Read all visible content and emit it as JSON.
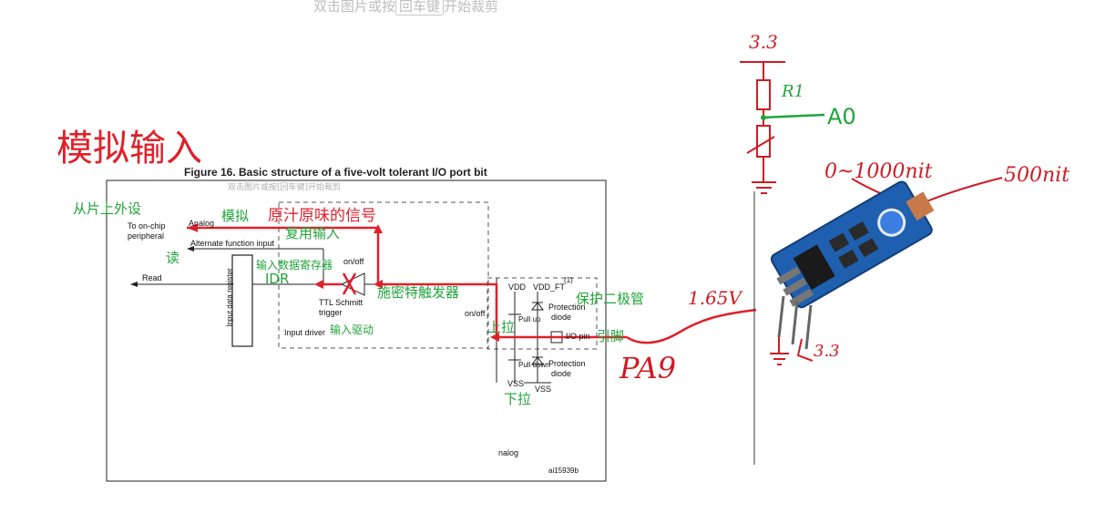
{
  "hint_top": {
    "pre": "双击图片或按",
    "key": "回车键",
    "post": "开始裁剪"
  },
  "hint_small": "双击图片或按[回车键]开始裁剪",
  "title": "模拟输入",
  "figure": {
    "title": "Figure 16. Basic structure of a five-volt tolerant I/O port bit",
    "labels": {
      "to_onchip": "To on-chip",
      "peripheral": "peripheral",
      "analog": "Analog",
      "alt_input": "Alternate function input",
      "read": "Read",
      "input_data_register": "Input data register",
      "on_off_1": "on/off",
      "ttl_1": "TTL Schmitt",
      "ttl_2": "trigger",
      "input_driver": "Input driver",
      "on_off_2": "on/off",
      "vdd": "VDD",
      "vdd_ft": "VDD_FT",
      "vdd_ft_note": "(1)",
      "pull_up": "Pull up",
      "pull_down": "Pull down",
      "protection_diode_1a": "Protection",
      "protection_diode_1b": "diode",
      "protection_diode_2a": "Protection",
      "protection_diode_2b": "diode",
      "io_pin": "I/O pin",
      "vss_1": "VSS",
      "vss_2": "VSS",
      "nalog": "nalog",
      "fig_id": "ai15939b"
    }
  },
  "annotations": {
    "from_peripheral": "从片上外设",
    "simulate": "模拟",
    "original_signal": "原汁原味的信号",
    "multiplex_input": "复用输入",
    "read": "读",
    "input_data_reg": "输入数据寄存器",
    "idr": "IDR",
    "schmitt": "施密特触发器",
    "input_drive": "输入驱动",
    "pullup": "上拉",
    "pulldown": "下拉",
    "protect_diode": "保护二极管",
    "pin": "引脚",
    "pa9": "PA9",
    "v165": "1.65V",
    "v33_top": "3.3",
    "r1": "R1",
    "a0": "A0",
    "lux": "0~1000nit",
    "lux2": "500nit",
    "v33_bottom": "3.3"
  },
  "colors": {
    "red": "#e0202a",
    "green": "#22a43a",
    "board": "#1f5fb0"
  }
}
